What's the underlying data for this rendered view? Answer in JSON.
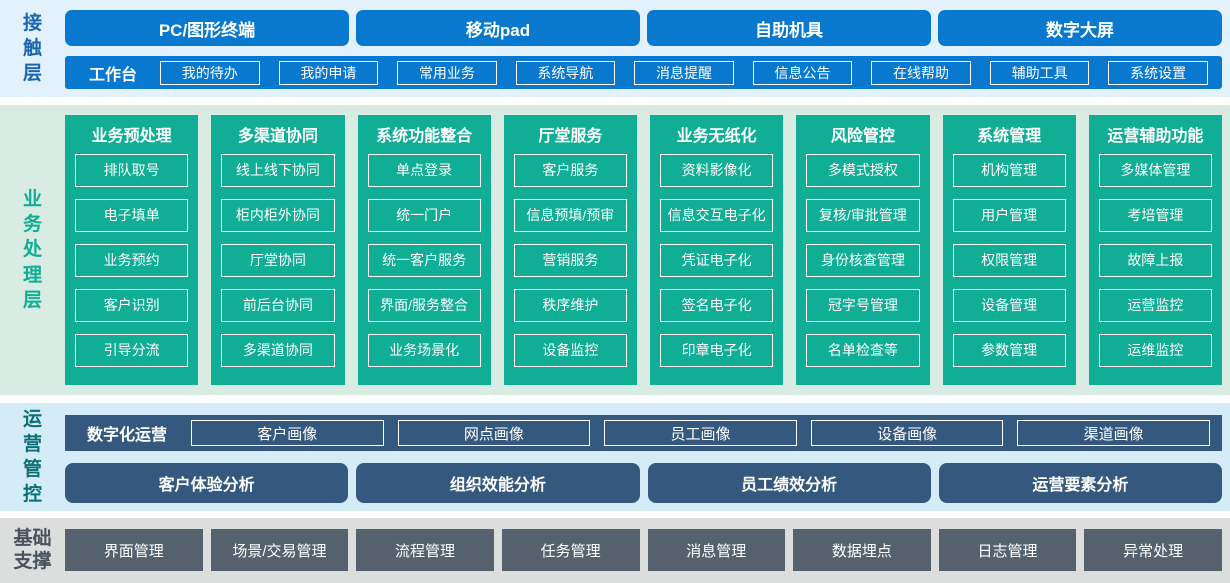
{
  "layers": {
    "contact": {
      "label": "接触层",
      "channels": [
        "PC/图形终端",
        "移动pad",
        "自助机具",
        "数字大屏"
      ],
      "workbench": {
        "label": "工作台",
        "items": [
          "我的待办",
          "我的申请",
          "常用业务",
          "系统导航",
          "消息提醒",
          "信息公告",
          "在线帮助",
          "辅助工具",
          "系统设置"
        ]
      }
    },
    "business": {
      "label": "业务处理层",
      "columns": [
        {
          "title": "业务预处理",
          "items": [
            "排队取号",
            "电子填单",
            "业务预约",
            "客户识别",
            "引导分流"
          ]
        },
        {
          "title": "多渠道协同",
          "items": [
            "线上线下协同",
            "柜内柜外协同",
            "厅堂协同",
            "前后台协同",
            "多渠道协同"
          ]
        },
        {
          "title": "系统功能整合",
          "items": [
            "单点登录",
            "统一门户",
            "统一客户服务",
            "界面/服务整合",
            "业务场景化"
          ]
        },
        {
          "title": "厅堂服务",
          "items": [
            "客户服务",
            "信息预填/预审",
            "营销服务",
            "秩序维护",
            "设备监控"
          ]
        },
        {
          "title": "业务无纸化",
          "items": [
            "资料影像化",
            "信息交互电子化",
            "凭证电子化",
            "签名电子化",
            "印章电子化"
          ]
        },
        {
          "title": "风险管控",
          "items": [
            "多模式授权",
            "复核/审批管理",
            "身份核查管理",
            "冠字号管理",
            "名单检查等"
          ]
        },
        {
          "title": "系统管理",
          "items": [
            "机构管理",
            "用户管理",
            "权限管理",
            "设备管理",
            "参数管理"
          ]
        },
        {
          "title": "运营辅助功能",
          "items": [
            "多媒体管理",
            "考培管理",
            "故障上报",
            "运营监控",
            "运维监控"
          ]
        }
      ]
    },
    "operations": {
      "label": "运营管控",
      "digital_ops": {
        "label": "数字化运营",
        "items": [
          "客户画像",
          "网点画像",
          "员工画像",
          "设备画像",
          "渠道画像"
        ]
      },
      "analysis": [
        "客户体验分析",
        "组织效能分析",
        "员工绩效分析",
        "运营要素分析"
      ]
    },
    "foundation": {
      "label": "基础支撑",
      "items": [
        "界面管理",
        "场景/交易管理",
        "流程管理",
        "任务管理",
        "消息管理",
        "数据埋点",
        "日志管理",
        "异常处理"
      ]
    }
  },
  "colors": {
    "accent_blue": "#0879cf",
    "accent_green": "#10ae94",
    "accent_slate_blue": "#35597e",
    "accent_gray": "#55626e",
    "bg_contact": "#e2f1fb",
    "bg_business": "#d8ece3",
    "bg_operations": "#d3ecf8",
    "bg_foundation": "#dcdddd",
    "label_contact": "#1a66b0",
    "label_business": "#10ae94",
    "label_operations": "#0d6f75",
    "label_foundation": "#47525c"
  }
}
